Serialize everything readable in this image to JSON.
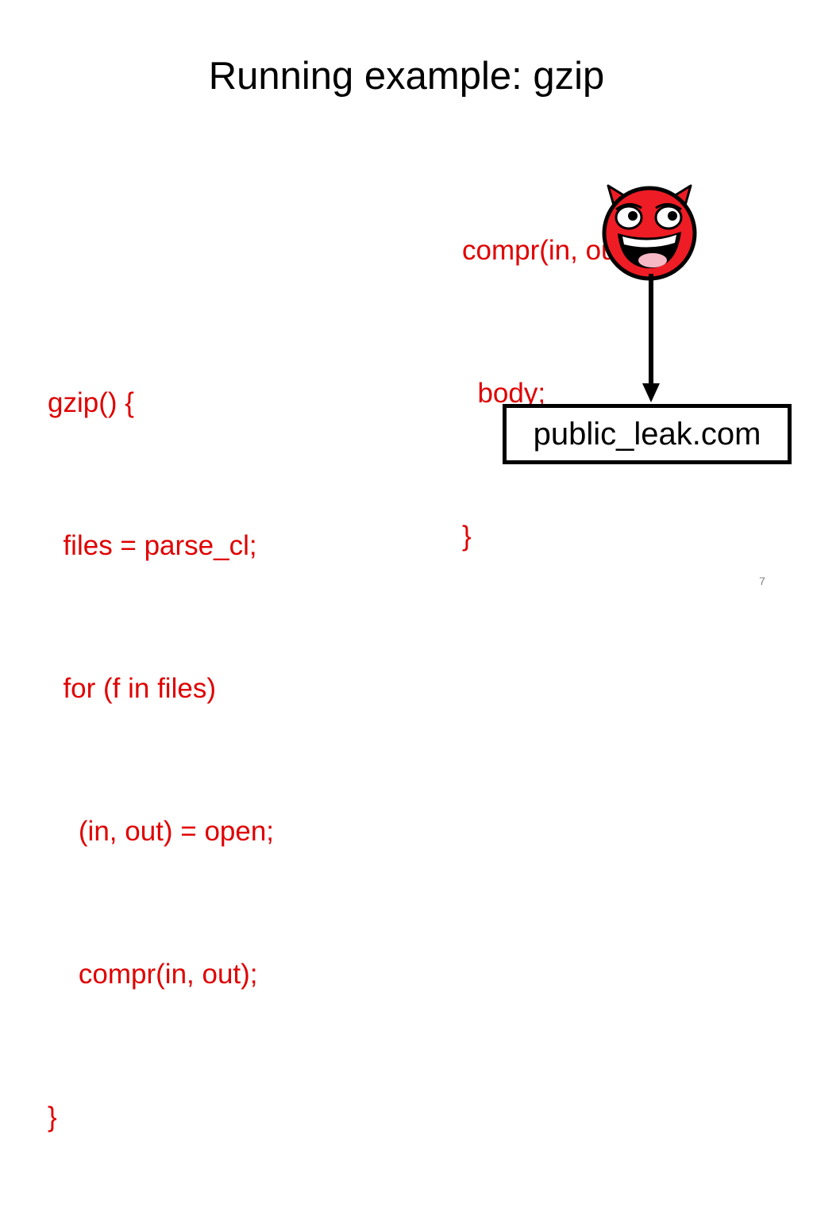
{
  "slide": {
    "title": "Running example: gzip",
    "left_code": [
      "gzip() {",
      "  files = parse_cl;",
      "  for (f in files)",
      "    (in, out) = open;",
      "    compr(in, out);",
      "}"
    ],
    "right_code": [
      "compr(in, out) {",
      "  body;",
      "}"
    ],
    "leak_label": "public_leak.com",
    "page_number": "7",
    "icons": {
      "devil": "devil-face-icon",
      "arrow": "arrow-down-icon"
    },
    "colors": {
      "code": "#e00000",
      "devil_face": "#ee1c24",
      "text": "#000000"
    }
  }
}
